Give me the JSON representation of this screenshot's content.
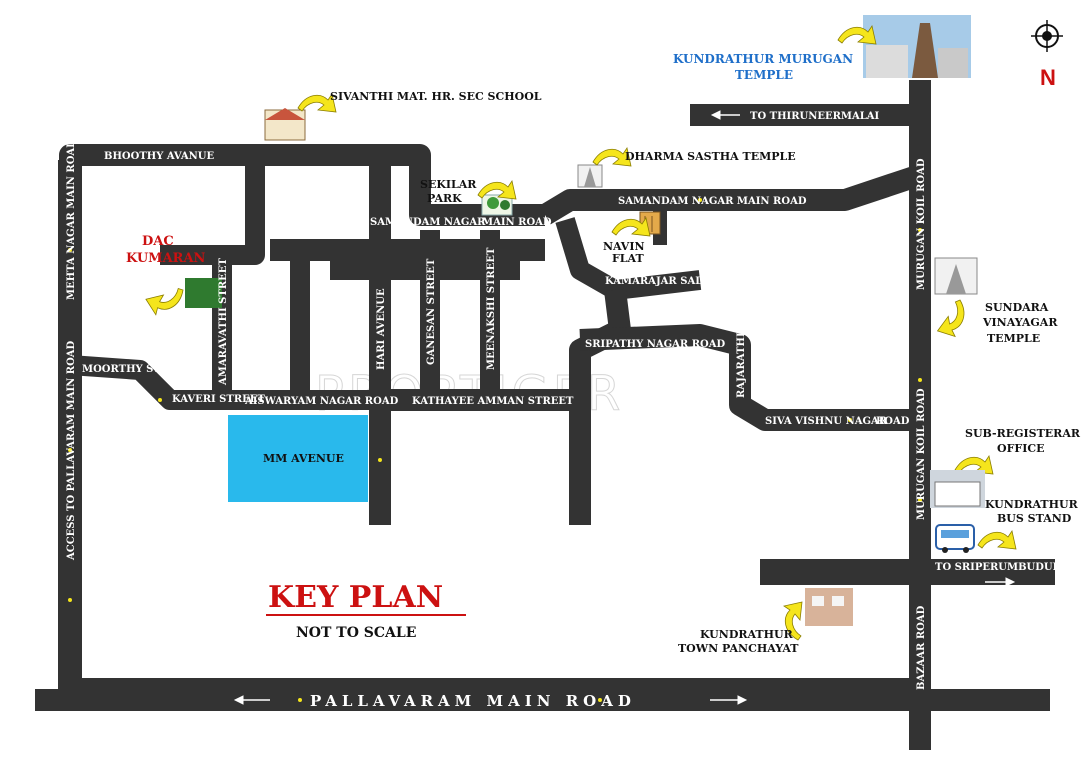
{
  "colors": {
    "road": "#333333",
    "arrow": "#f5e51c",
    "dac": "#cc1111",
    "temple_label": "#1f6fc9",
    "mm_avenue": "#29b9ec",
    "dac_site": "#2f7a2f"
  },
  "watermark": "PROPTIGER",
  "key_plan": {
    "title": "KEY PLAN",
    "subtitle": "NOT TO SCALE"
  },
  "north": {
    "label": "N",
    "icon": "compass-icon"
  },
  "roads": {
    "pallavaram_main": "PALLAVARAM  MAIN  ROAD",
    "access_pallavaram": "ACCESS TO PALLAVARAM MAIN ROAD",
    "mehta_nagar": "MEHTA NAGAR MAIN ROAD",
    "bhoothy": "BHOOTHY AVANUE",
    "moorthy": "MOORTHY STREET",
    "kaveri": "KAVERI STREET",
    "amaravathi": "AMARAVATHI STREET",
    "hari": "HARI AVENUE",
    "ganesan": "GANESAN STREET",
    "meenakshi": "MEENAKSHI STREET",
    "aiswaryam": "AISWARYAM NAGAR ROAD",
    "kathayee": "KATHAYEE AMMAN STREET",
    "samandam_nagar": "SAMANDAM NAGAR",
    "main_road": "MAIN ROAD",
    "samandam_main": "SAMANDAM NAGAR MAIN ROAD",
    "kamarajar": "KAMARAJAR SALAI",
    "sripathy": "SRIPATHY NAGAR ROAD",
    "rajarathinam": "RAJARATHINAM ROAD",
    "siva_vishnu": "SIVA VISHNU NAGAR",
    "road": "ROAD",
    "to_thiruneermalai": "TO THIRUNEERMALAI",
    "murugan_koil_top": "MURUGAN KOIL ROAD",
    "murugan_koil_mid": "MURUGAN KOIL ROAD",
    "bazaar": "BAZAAR ROAD",
    "to_sriperumbudur": "TO SRIPERUMBUDUR"
  },
  "landmarks": {
    "sivanthi": "SIVANTHI MAT. HR. SEC SCHOOL",
    "kundrathur_temple": [
      "KUNDRATHUR MURUGAN",
      "TEMPLE"
    ],
    "dharma_sastha": "DHARMA SASTHA TEMPLE",
    "sekilar_park": [
      "SEKILAR",
      "PARK"
    ],
    "navin_flat": [
      "NAVIN",
      "FLAT"
    ],
    "dac_kumaran": [
      "DAC",
      "KUMARAN"
    ],
    "mm_avenue": "MM AVENUE",
    "sundara": [
      "SUNDARA",
      "VINAYAGAR",
      "TEMPLE"
    ],
    "sub_registrar": [
      "SUB-REGISTERAR",
      "OFFICE"
    ],
    "bus_stand": [
      "KUNDRATHUR",
      "BUS STAND"
    ],
    "town_panchayat": [
      "KUNDRATHUR",
      "TOWN PANCHAYAT"
    ]
  },
  "icons": {
    "school": "school-icon",
    "temple_photo": "temple-photo-icon",
    "small_temple": "small-temple-icon",
    "park": "park-icon",
    "building": "building-icon",
    "office": "office-photo-icon",
    "bus": "bus-icon",
    "panchayat": "panchayat-photo-icon",
    "direction_arrow": "curved-arrow-icon"
  }
}
